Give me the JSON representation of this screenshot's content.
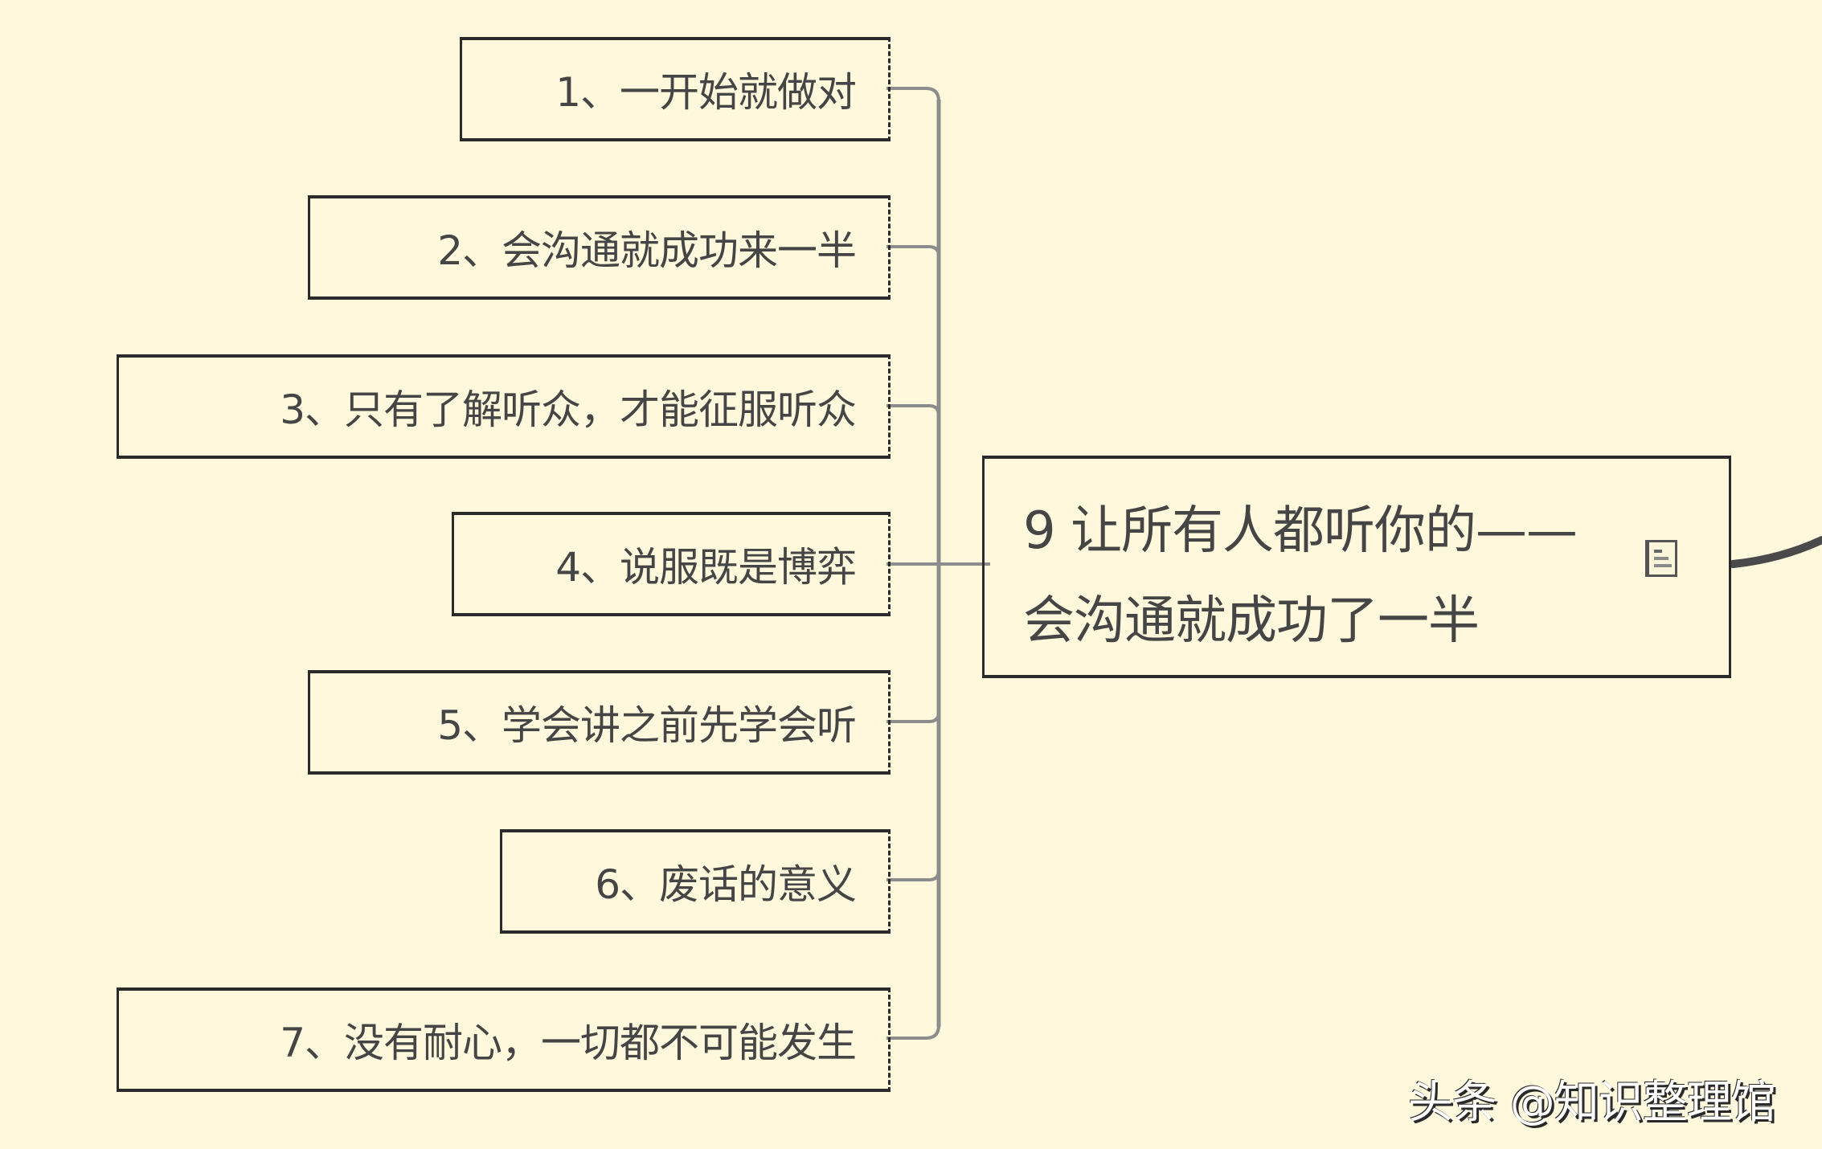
{
  "mindmap": {
    "root": {
      "line1": "9 让所有人都听你的——",
      "line2": "会沟通就成功了一半",
      "icon": "note-icon"
    },
    "children": [
      {
        "label": "1、一开始就做对"
      },
      {
        "label": "2、会沟通就成功来一半"
      },
      {
        "label": "3、只有了解听众，才能征服听众"
      },
      {
        "label": "4、说服既是博弈"
      },
      {
        "label": "5、学会讲之前先学会听"
      },
      {
        "label": "6、废话的意义"
      },
      {
        "label": "7、没有耐心，一切都不可能发生"
      }
    ]
  },
  "watermark": {
    "text": "头条 @知识整理馆"
  },
  "colors": {
    "background": "#FFF8DC",
    "border": "#2b2b2b",
    "text": "#454545",
    "connector": "#8c8c8c",
    "root_link": "#4a4a4a"
  }
}
